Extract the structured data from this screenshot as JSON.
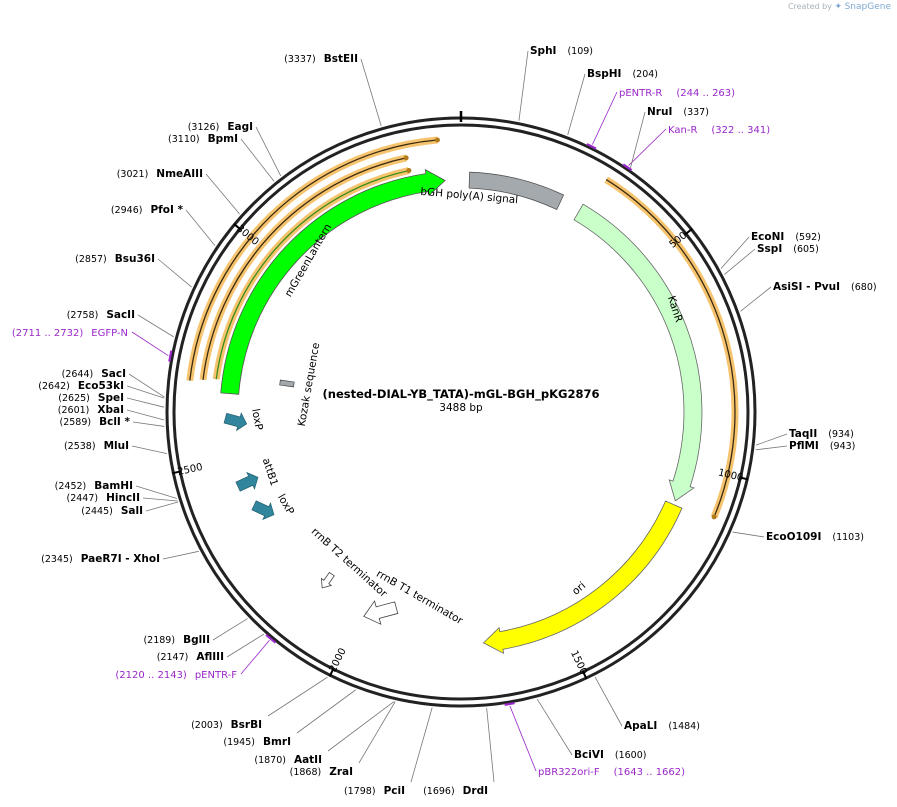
{
  "credit": {
    "prefix": "Created by",
    "brand": "SnapGene"
  },
  "plasmid": {
    "name": "(nested-DIAL-YB_TATA)-mGL-BGH_pKG2876",
    "length_label": "3488 bp",
    "length": 3488
  },
  "ticks": [
    {
      "pos": 500,
      "label": "500"
    },
    {
      "pos": 1000,
      "label": "1000"
    },
    {
      "pos": 1500,
      "label": "1500"
    },
    {
      "pos": 2000,
      "label": "2000"
    },
    {
      "pos": 2500,
      "label": "2500"
    },
    {
      "pos": 3000,
      "label": "3000"
    }
  ],
  "sites": [
    {
      "pos": 109,
      "name": "SphI",
      "pos_label": "(109)"
    },
    {
      "pos": 204,
      "name": "BspHI",
      "pos_label": "(204)"
    },
    {
      "pos": 337,
      "name": "NruI",
      "pos_label": "(337)"
    },
    {
      "pos": 592,
      "name": "EcoNI",
      "pos_label": "(592)"
    },
    {
      "pos": 605,
      "name": "SspI",
      "pos_label": "(605)"
    },
    {
      "pos": 680,
      "name": "AsiSI - PvuI",
      "pos_label": "(680)"
    },
    {
      "pos": 934,
      "name": "TaqII",
      "pos_label": "(934)"
    },
    {
      "pos": 943,
      "name": "PflMI",
      "pos_label": "(943)"
    },
    {
      "pos": 1103,
      "name": "EcoO109I",
      "pos_label": "(1103)"
    },
    {
      "pos": 1484,
      "name": "ApaLI",
      "pos_label": "(1484)"
    },
    {
      "pos": 1600,
      "name": "BciVI",
      "pos_label": "(1600)"
    },
    {
      "pos": 1696,
      "name": "DrdI",
      "pos_label": "(1696)"
    },
    {
      "pos": 1798,
      "name": "PciI",
      "pos_label": "(1798)"
    },
    {
      "pos": 1868,
      "name": "ZraI",
      "pos_label": "(1868)"
    },
    {
      "pos": 1870,
      "name": "AatII",
      "pos_label": "(1870)"
    },
    {
      "pos": 1945,
      "name": "BmrI",
      "pos_label": "(1945)"
    },
    {
      "pos": 2003,
      "name": "BsrBI",
      "pos_label": "(2003)"
    },
    {
      "pos": 2147,
      "name": "AflIII",
      "pos_label": "(2147)"
    },
    {
      "pos": 2189,
      "name": "BglII",
      "pos_label": "(2189)"
    },
    {
      "pos": 2345,
      "name": "PaeR7I - XhoI",
      "pos_label": "(2345)"
    },
    {
      "pos": 2445,
      "name": "SalI",
      "pos_label": "(2445)"
    },
    {
      "pos": 2447,
      "name": "HincII",
      "pos_label": "(2447)"
    },
    {
      "pos": 2452,
      "name": "BamHI",
      "pos_label": "(2452)"
    },
    {
      "pos": 2538,
      "name": "MluI",
      "pos_label": "(2538)"
    },
    {
      "pos": 2589,
      "name": "BclI *",
      "pos_label": "(2589)"
    },
    {
      "pos": 2601,
      "name": "XbaI",
      "pos_label": "(2601)"
    },
    {
      "pos": 2625,
      "name": "SpeI",
      "pos_label": "(2625)"
    },
    {
      "pos": 2642,
      "name": "Eco53kI",
      "pos_label": "(2642)"
    },
    {
      "pos": 2644,
      "name": "SacI",
      "pos_label": "(2644)"
    },
    {
      "pos": 2758,
      "name": "SacII",
      "pos_label": "(2758)"
    },
    {
      "pos": 2857,
      "name": "Bsu36I",
      "pos_label": "(2857)"
    },
    {
      "pos": 2946,
      "name": "PfoI *",
      "pos_label": "(2946)"
    },
    {
      "pos": 3021,
      "name": "NmeAIII",
      "pos_label": "(3021)"
    },
    {
      "pos": 3110,
      "name": "BpmI",
      "pos_label": "(3110)"
    },
    {
      "pos": 3126,
      "name": "EagI",
      "pos_label": "(3126)"
    },
    {
      "pos": 3337,
      "name": "BstEII",
      "pos_label": "(3337)"
    }
  ],
  "primers": [
    {
      "name": "pENTR-R",
      "range": "(244 .. 263)",
      "start": 244,
      "end": 263
    },
    {
      "name": "Kan-R",
      "range": "(322 .. 341)",
      "start": 322,
      "end": 341
    },
    {
      "name": "pBR322ori-F",
      "range": "(1643 .. 1662)",
      "start": 1643,
      "end": 1662
    },
    {
      "name": "pENTR-F",
      "range": "(2120 .. 2143)",
      "start": 2120,
      "end": 2143
    },
    {
      "name": "EGFP-N",
      "range": "(2711 .. 2732)",
      "start": 2711,
      "end": 2732
    }
  ],
  "features": [
    {
      "name": "bGH poly(A) signal",
      "start": 20,
      "end": 250,
      "color": "#a4a9ad"
    },
    {
      "name": "KanR",
      "start": 295,
      "end": 1090,
      "color": "#c9ffc9",
      "direction": "cw"
    },
    {
      "name": "ori",
      "start": 1100,
      "end": 1690,
      "color": "#ffff00",
      "direction": "cw"
    },
    {
      "name": "rrnB T1 terminator",
      "color": "#ffffff"
    },
    {
      "name": "rrnB T2 terminator",
      "color": "#ffffff"
    },
    {
      "name": "loxP",
      "color": "#31859c"
    },
    {
      "name": "attB1",
      "color": "#31859c"
    },
    {
      "name": "loxP",
      "color": "#31859c"
    },
    {
      "name": "Kozak sequence",
      "color": "#a4a9ad"
    },
    {
      "name": "mGreenLantern",
      "start": 2660,
      "end": 3450,
      "color": "#00ff00",
      "direction": "cw"
    }
  ],
  "highlight_arcs": {
    "color": "#f6c46e",
    "right": {
      "start": 310,
      "end": 1090
    },
    "left_outer": {
      "start": 2680,
      "end": 3440
    },
    "left_inner": {
      "start": 2685,
      "end": 3370
    },
    "left_green": {
      "start": 2690,
      "end": 3370,
      "color": "#3a8c1a"
    }
  },
  "colors": {
    "ring": "#222222",
    "primer": "#9a27c9",
    "leader": "#777777"
  }
}
